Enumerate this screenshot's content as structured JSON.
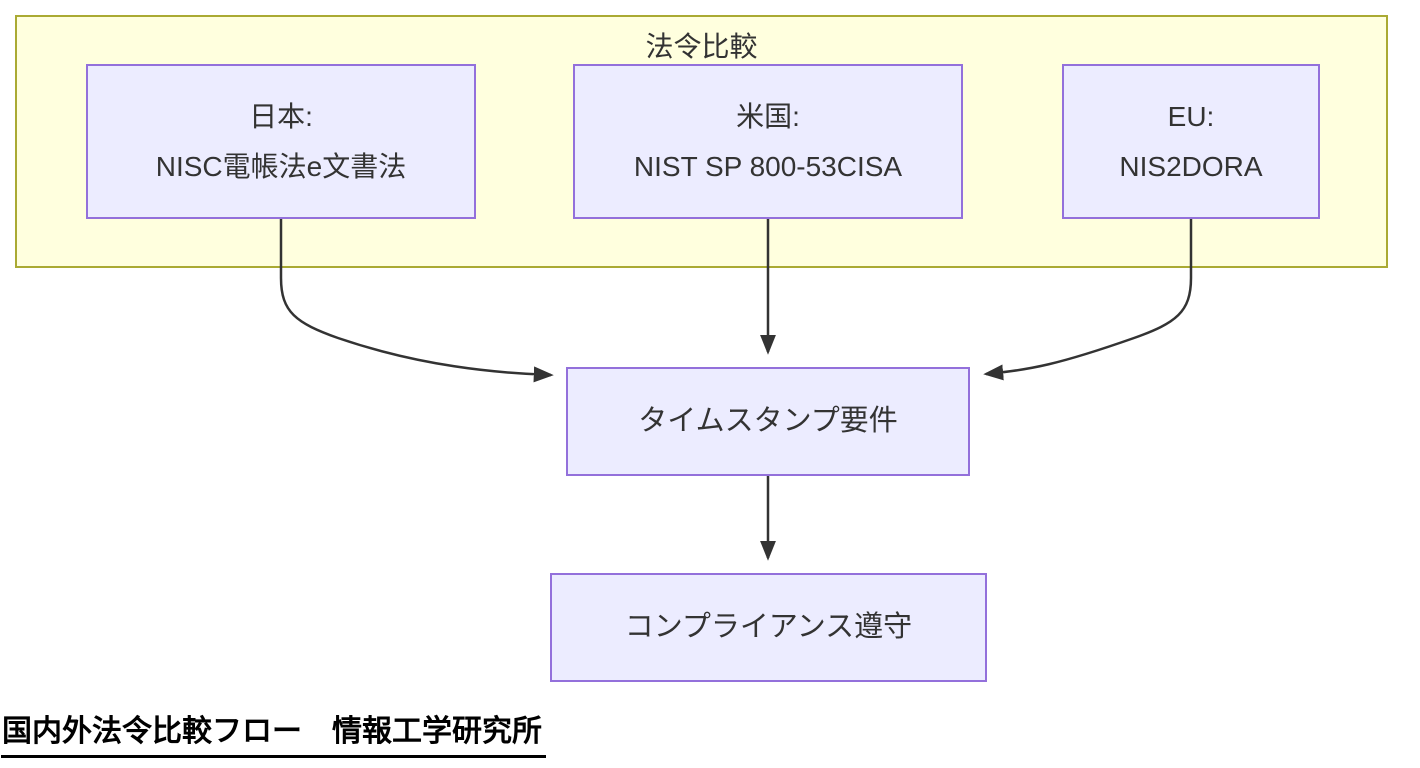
{
  "diagram": {
    "cluster": {
      "label": "法令比較"
    },
    "nodes": {
      "japan": {
        "line1": "日本:",
        "line2": "NISC電帳法e文書法"
      },
      "us": {
        "line1": "米国:",
        "line2": "NIST SP 800-53CISA"
      },
      "eu": {
        "line1": "EU:",
        "line2": "NIS2DORA"
      },
      "timestamp": {
        "label": "タイムスタンプ要件"
      },
      "compliance": {
        "label": "コンプライアンス遵守"
      }
    },
    "edges": [
      {
        "from": "japan",
        "to": "timestamp"
      },
      {
        "from": "us",
        "to": "timestamp"
      },
      {
        "from": "eu",
        "to": "timestamp"
      },
      {
        "from": "timestamp",
        "to": "compliance"
      }
    ],
    "colors": {
      "cluster_fill": "#ffffde",
      "cluster_border": "#aaaa33",
      "node_fill": "#ECECFF",
      "node_border": "#9370DB",
      "edge": "#333333",
      "text": "#333333",
      "caption_text": "#000000"
    }
  },
  "footer": {
    "caption": "国内外法令比較フロー　情報工学研究所"
  }
}
